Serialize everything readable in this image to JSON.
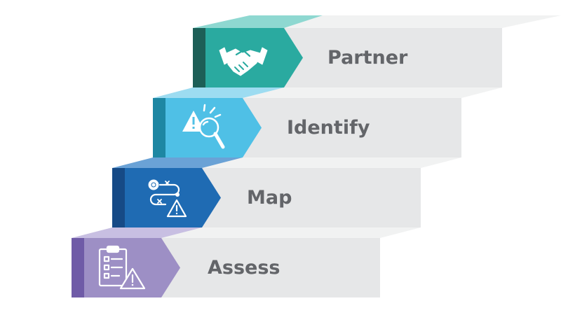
{
  "steps": [
    {
      "label": "Assess",
      "icon": "clipboard-warning-icon",
      "colors": {
        "tab": "#9d8fc5",
        "edge": "#6f5ba7",
        "top": "#c8bfe2"
      }
    },
    {
      "label": "Map",
      "icon": "process-map-warning-icon",
      "colors": {
        "tab": "#1f6bb3",
        "edge": "#164a86",
        "top": "#6aa2d6"
      }
    },
    {
      "label": "Identify",
      "icon": "magnifier-warning-icon",
      "colors": {
        "tab": "#4fc0e6",
        "edge": "#1e87a3",
        "top": "#9ddcf1"
      }
    },
    {
      "label": "Partner",
      "icon": "handshake-icon",
      "colors": {
        "tab": "#2aaaa0",
        "edge": "#1d5f57",
        "top": "#8ed8d1"
      }
    }
  ],
  "colors": {
    "step_face": "#e6e7e8",
    "step_top": "#f1f2f2",
    "label_text": "#636569",
    "icon_stroke": "#ffffff"
  }
}
